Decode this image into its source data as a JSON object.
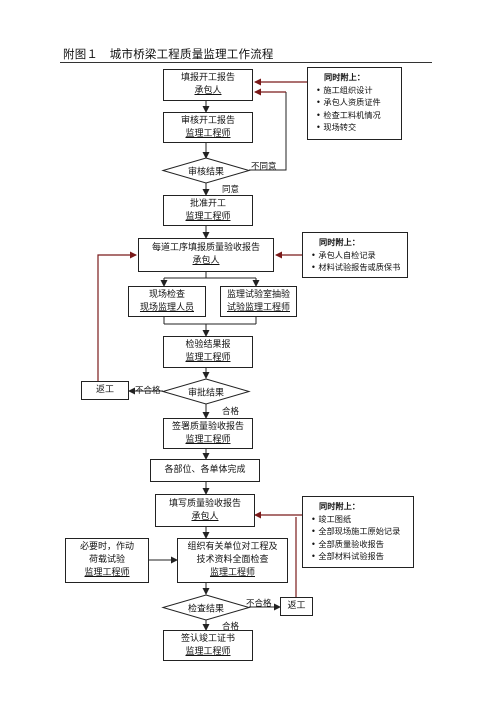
{
  "title": "附图１　城市桥梁工程质量监理工作流程",
  "nodes": {
    "n1": {
      "line1": "填报开工报告",
      "line2": "承包人"
    },
    "n2": {
      "line1": "审核开工报告",
      "line2": "监理工程师"
    },
    "d1": {
      "text": "审核结果"
    },
    "n3": {
      "line1": "批准开工",
      "line2": "监理工程师"
    },
    "n4": {
      "line1": "每道工序填报质量验收报告",
      "line2": "承包人"
    },
    "n5a": {
      "line1": "现场检查",
      "line2": "现场监理人员"
    },
    "n5b": {
      "line1": "监理试验室抽验",
      "line2": "试验监理工程师"
    },
    "n6": {
      "line1": "检验结果报",
      "line2": "监理工程师"
    },
    "d2": {
      "text": "审批结果"
    },
    "rework1": {
      "text": "返工"
    },
    "n7": {
      "line1": "签署质量验收报告",
      "line2": "监理工程师"
    },
    "n8": {
      "text": "各部位、各单体完成"
    },
    "n9": {
      "line1": "填写质量验收报告",
      "line2": "承包人"
    },
    "n10": {
      "line1": "组织有关单位对工程及",
      "line2": "技术资料全面检查",
      "line3": "监理工程师"
    },
    "side": {
      "line1": "必要时，作动",
      "line2": "荷载试验",
      "line3": "监理工程师"
    },
    "d3": {
      "text": "检查结果"
    },
    "rework2": {
      "text": "返工"
    },
    "n11": {
      "line1": "签认竣工证书",
      "line2": "监理工程师"
    }
  },
  "notes": {
    "note1": {
      "heading": "同时附上：",
      "items": [
        "• 施工组织设计",
        "• 承包人资质证件",
        "• 检查工料机情况",
        "• 现场转交"
      ]
    },
    "note2": {
      "heading": "同时附上：",
      "items": [
        "• 承包人自检记录",
        "• 材料试验报告或质保书"
      ]
    },
    "note3": {
      "heading": "同时附上：",
      "items": [
        "• 竣工图纸",
        "• 全部现场施工原始记录",
        "• 全部质量验收报告",
        "• 全部材料试验报告"
      ]
    }
  },
  "labels": {
    "disagree": "不同意",
    "agree": "同意",
    "fail1": "不合格",
    "pass1": "合格",
    "fail2": "不合格",
    "pass2": "合格"
  },
  "colors": {
    "line": "#222222",
    "arrow": "#7a1a1a"
  }
}
